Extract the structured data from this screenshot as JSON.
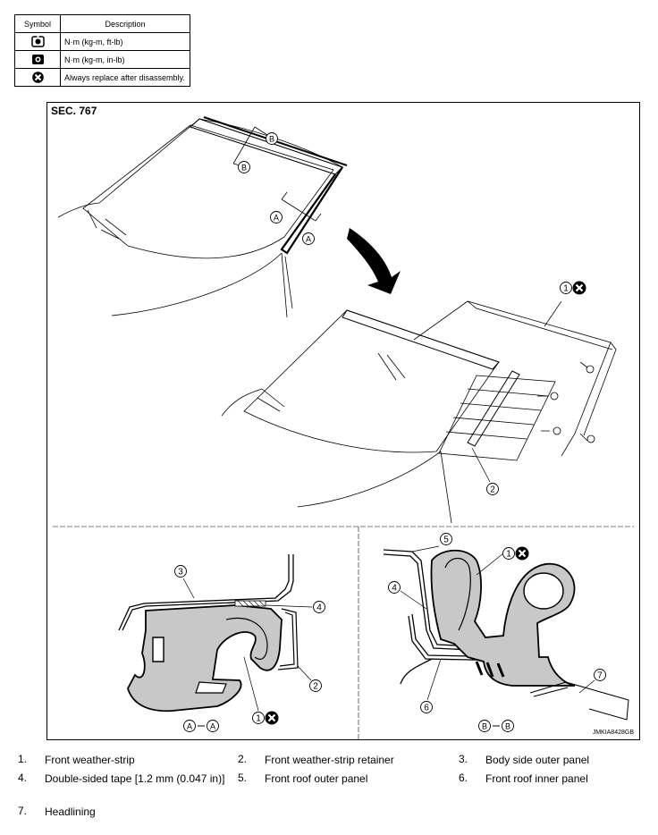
{
  "symbol_table": {
    "header_symbol": "Symbol",
    "header_description": "Description",
    "rows": [
      {
        "icon": "torque-wrench-ft-lb-icon",
        "description": "N·m (kg-m, ft-lb)"
      },
      {
        "icon": "torque-wrench-in-lb-icon",
        "description": "N·m (kg-m, in-lb)"
      },
      {
        "icon": "always-replace-icon",
        "description": "Always replace after disassembly."
      }
    ]
  },
  "figure": {
    "section": "SEC. 767",
    "code": "JMKIA8428GB",
    "markers": {
      "a": "A",
      "b": "B"
    },
    "section_a_label": "A - A",
    "section_b_label": "B - B",
    "callout_numbers": [
      "1",
      "2",
      "3",
      "4",
      "5",
      "6",
      "7"
    ]
  },
  "legend": [
    {
      "num": "1.",
      "text": "Front weather-strip"
    },
    {
      "num": "2.",
      "text": "Front weather-strip retainer"
    },
    {
      "num": "3.",
      "text": "Body side outer panel"
    },
    {
      "num": "4.",
      "text": "Double-sided tape [1.2 mm (0.047 in)]"
    },
    {
      "num": "5.",
      "text": "Front roof outer panel"
    },
    {
      "num": "6.",
      "text": "Front roof inner panel"
    },
    {
      "num": "7.",
      "text": "Headlining"
    }
  ],
  "colors": {
    "seal_fill": "#c8c8c8",
    "line": "#000000"
  }
}
